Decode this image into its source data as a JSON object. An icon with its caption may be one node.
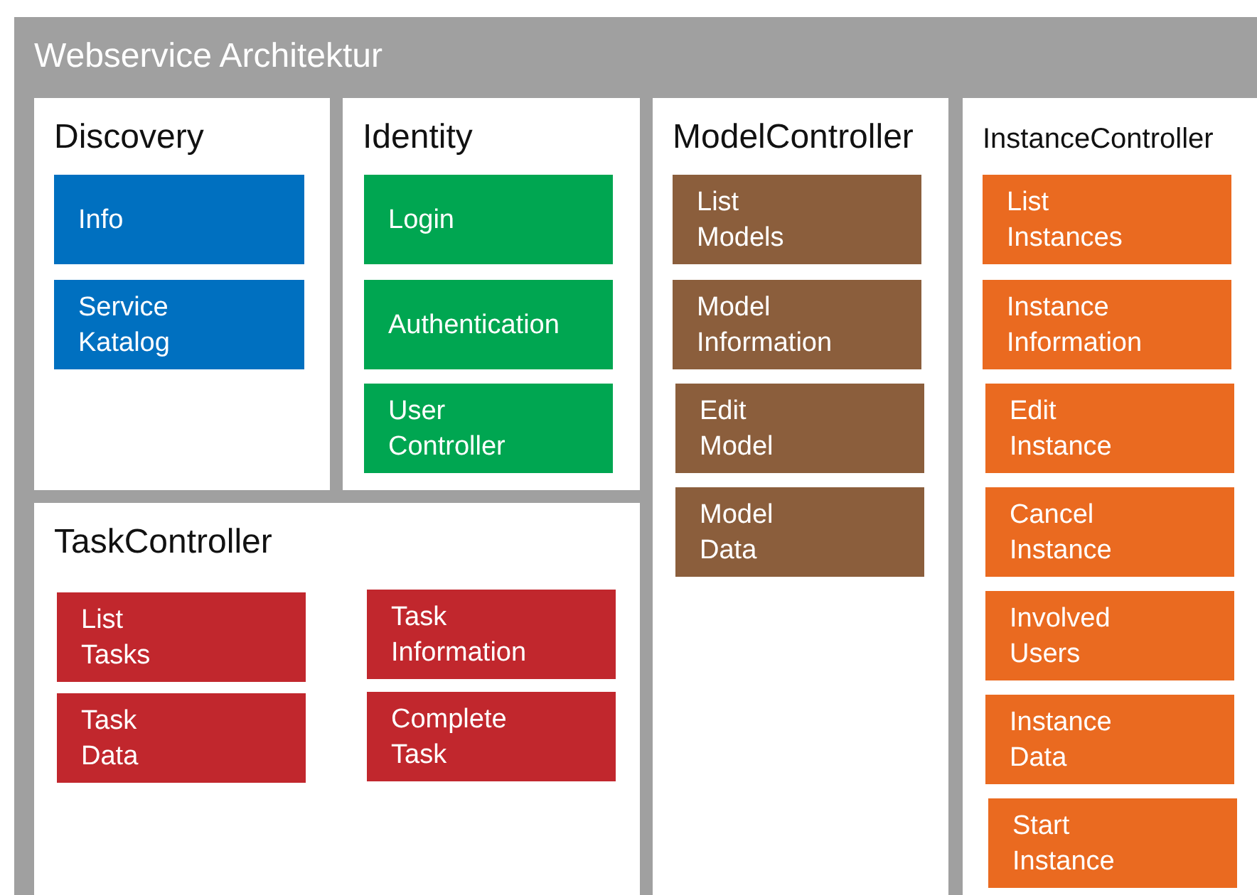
{
  "diagram": {
    "nodes": [
      {
        "text": [
          "Webservice Architektur"
        ]
      },
      {
        "text": [
          "Discovery"
        ],
        "in": 0
      },
      {
        "text": [
          "Info"
        ],
        "in": 1
      },
      {
        "text": [
          "Service Katalog"
        ],
        "in": 1
      },
      {
        "text": [
          "Identity"
        ],
        "in": 0
      },
      {
        "text": [
          "Login"
        ],
        "in": 4
      },
      {
        "text": [
          "Authentication"
        ],
        "in": 4
      },
      {
        "text": [
          "User Controller"
        ],
        "in": 4
      },
      {
        "text": [
          "ModelController"
        ],
        "in": 0
      },
      {
        "text": [
          "List Models"
        ],
        "in": 8
      },
      {
        "text": [
          "Model Information"
        ],
        "in": 8
      },
      {
        "text": [
          "Edit Model"
        ],
        "in": 8
      },
      {
        "text": [
          "Model Data"
        ],
        "in": 8
      },
      {
        "text": [
          "InstanceController"
        ],
        "in": 0
      },
      {
        "text": [
          "List Instances"
        ],
        "in": 13
      },
      {
        "text": [
          "Instance Information"
        ],
        "in": 13
      },
      {
        "text": [
          "Edit Instance"
        ],
        "in": 13
      },
      {
        "text": [
          "Cancel Instance"
        ],
        "in": 13
      },
      {
        "text": [
          "Involved Users"
        ],
        "in": 13
      },
      {
        "text": [
          "Instance Data"
        ],
        "in": 13
      },
      {
        "text": [
          "Start Instance"
        ],
        "in": 13
      },
      {
        "text": [
          "TaskController"
        ],
        "in": 0
      },
      {
        "text": [
          "List Tasks"
        ],
        "in": 21
      },
      {
        "text": [
          "Task Information"
        ],
        "in": 21
      },
      {
        "text": [
          "Task Data"
        ],
        "in": 21
      },
      {
        "text": [
          "Complete Task"
        ],
        "in": 21
      }
    ]
  }
}
